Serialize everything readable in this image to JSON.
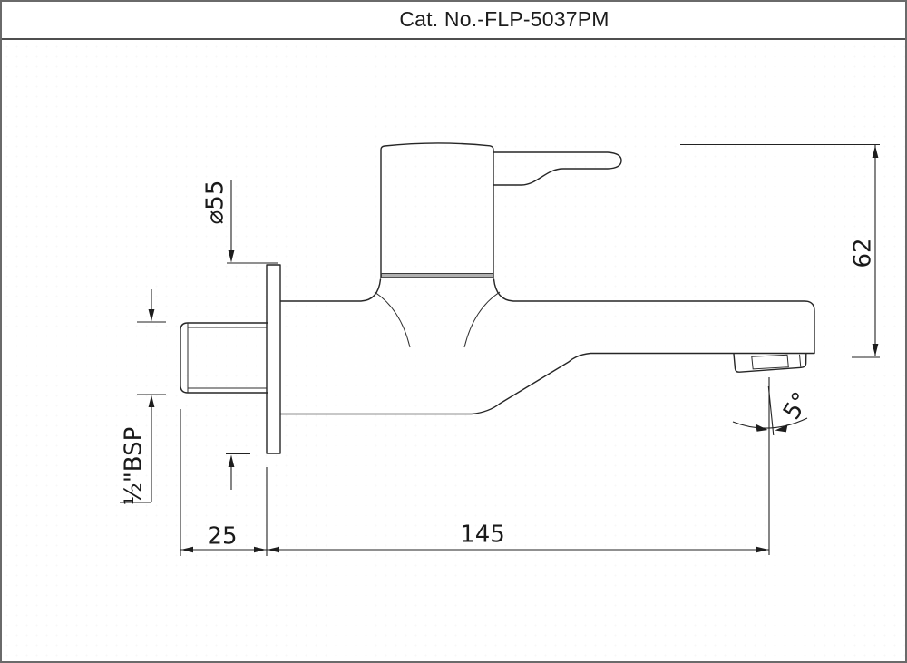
{
  "title": "Cat. No.-FLP-5037PM",
  "drawing": {
    "description": "Side-view engineering drawing of a wall-mounted bib cock tap with dimensions",
    "dims": {
      "flange_diameter": "⌀55",
      "inlet_thread": "½\"BSP",
      "outlet_drop_height": "62",
      "wall_to_flange": "25",
      "spout_reach": "145",
      "spout_angle": "5°"
    },
    "colors": {
      "line": "#262626",
      "dimension_line": "#222222",
      "page_border": "#6a6a6a",
      "title_rule": "#4f4f4f",
      "background": "#ffffff"
    }
  }
}
